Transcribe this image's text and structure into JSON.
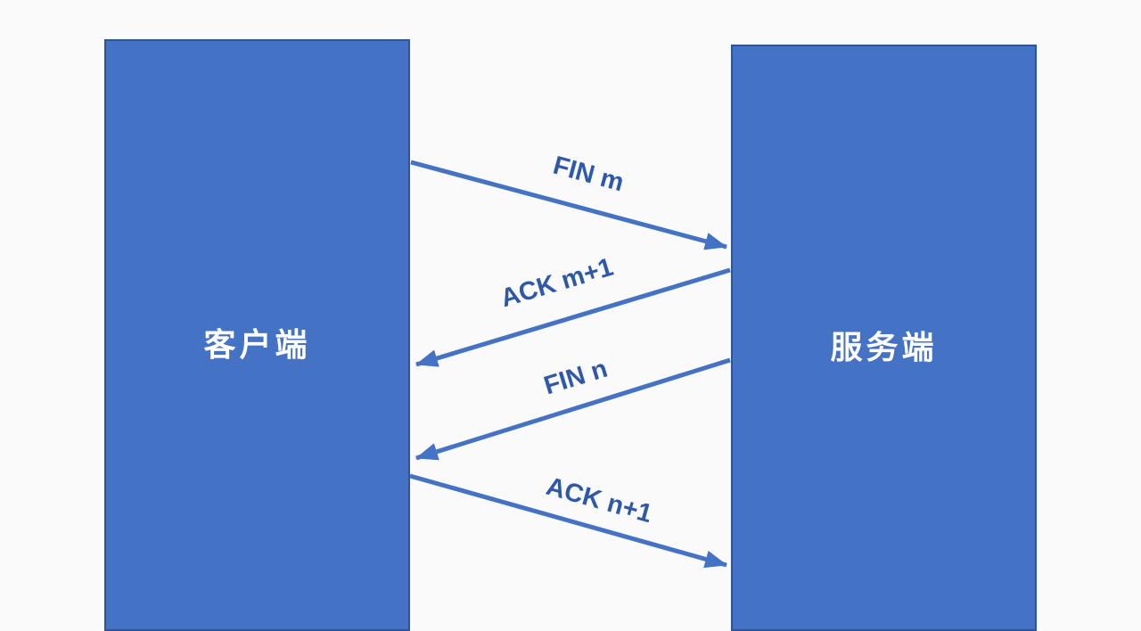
{
  "nodes": {
    "client": {
      "label": "客户端"
    },
    "server": {
      "label": "服务端"
    }
  },
  "messages": [
    {
      "label": "FIN m",
      "from": "client",
      "to": "server"
    },
    {
      "label": "ACK m+1",
      "from": "server",
      "to": "client"
    },
    {
      "label": "FIN n",
      "from": "server",
      "to": "client"
    },
    {
      "label": "ACK n+1",
      "from": "client",
      "to": "server"
    }
  ],
  "colors": {
    "box_fill": "#4472C4",
    "box_border": "#2F5597",
    "arrow": "#4472C4",
    "label_text": "#2E59A8",
    "node_text": "#FFFFFF",
    "background": "#FBFAFB"
  }
}
